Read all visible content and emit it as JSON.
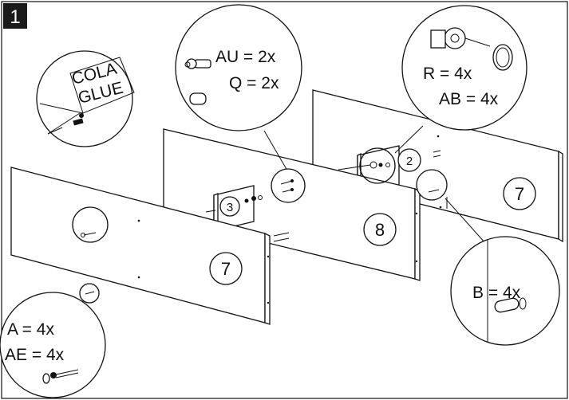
{
  "step": "1",
  "glue": {
    "line1": "COLA",
    "line2": "GLUE"
  },
  "callouts": {
    "au": "AU = 2x",
    "q": "Q = 2x",
    "r": "R = 4x",
    "ab": "AB = 4x",
    "b": "B = 4x",
    "a": "A = 4x",
    "ae": "AE = 4x"
  },
  "part_numbers": {
    "left_panel": "7",
    "middle_panel": "8",
    "right_panel": "7",
    "small_left": "3",
    "small_right": "2"
  },
  "colors": {
    "line": "#111111",
    "badge": "#1a1a1a",
    "badge_text": "#ffffff"
  }
}
